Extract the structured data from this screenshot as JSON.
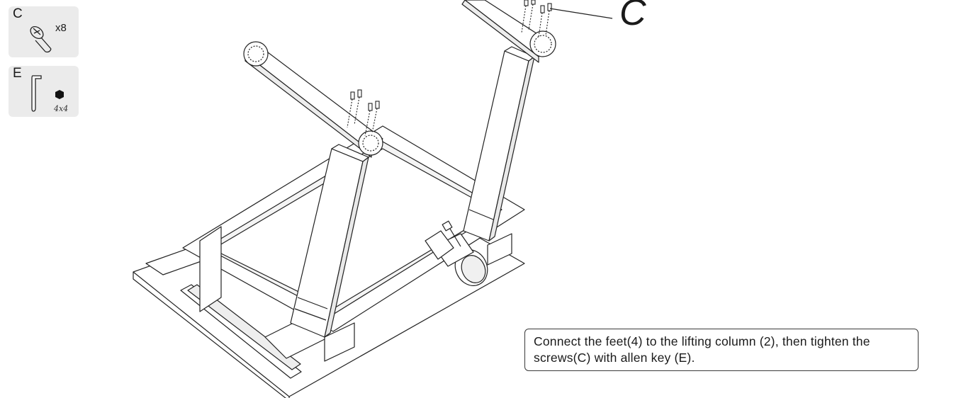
{
  "parts": [
    {
      "letter": "C",
      "quantity": "x8",
      "icon": "screw-icon"
    },
    {
      "letter": "E",
      "size": "4x4",
      "icon": "allen-key-icon"
    }
  ],
  "callout": {
    "label": "C"
  },
  "instruction": {
    "text": "Connect the feet(4) to the lifting column (2), then tighten the screws(C) with allen key (E)."
  }
}
